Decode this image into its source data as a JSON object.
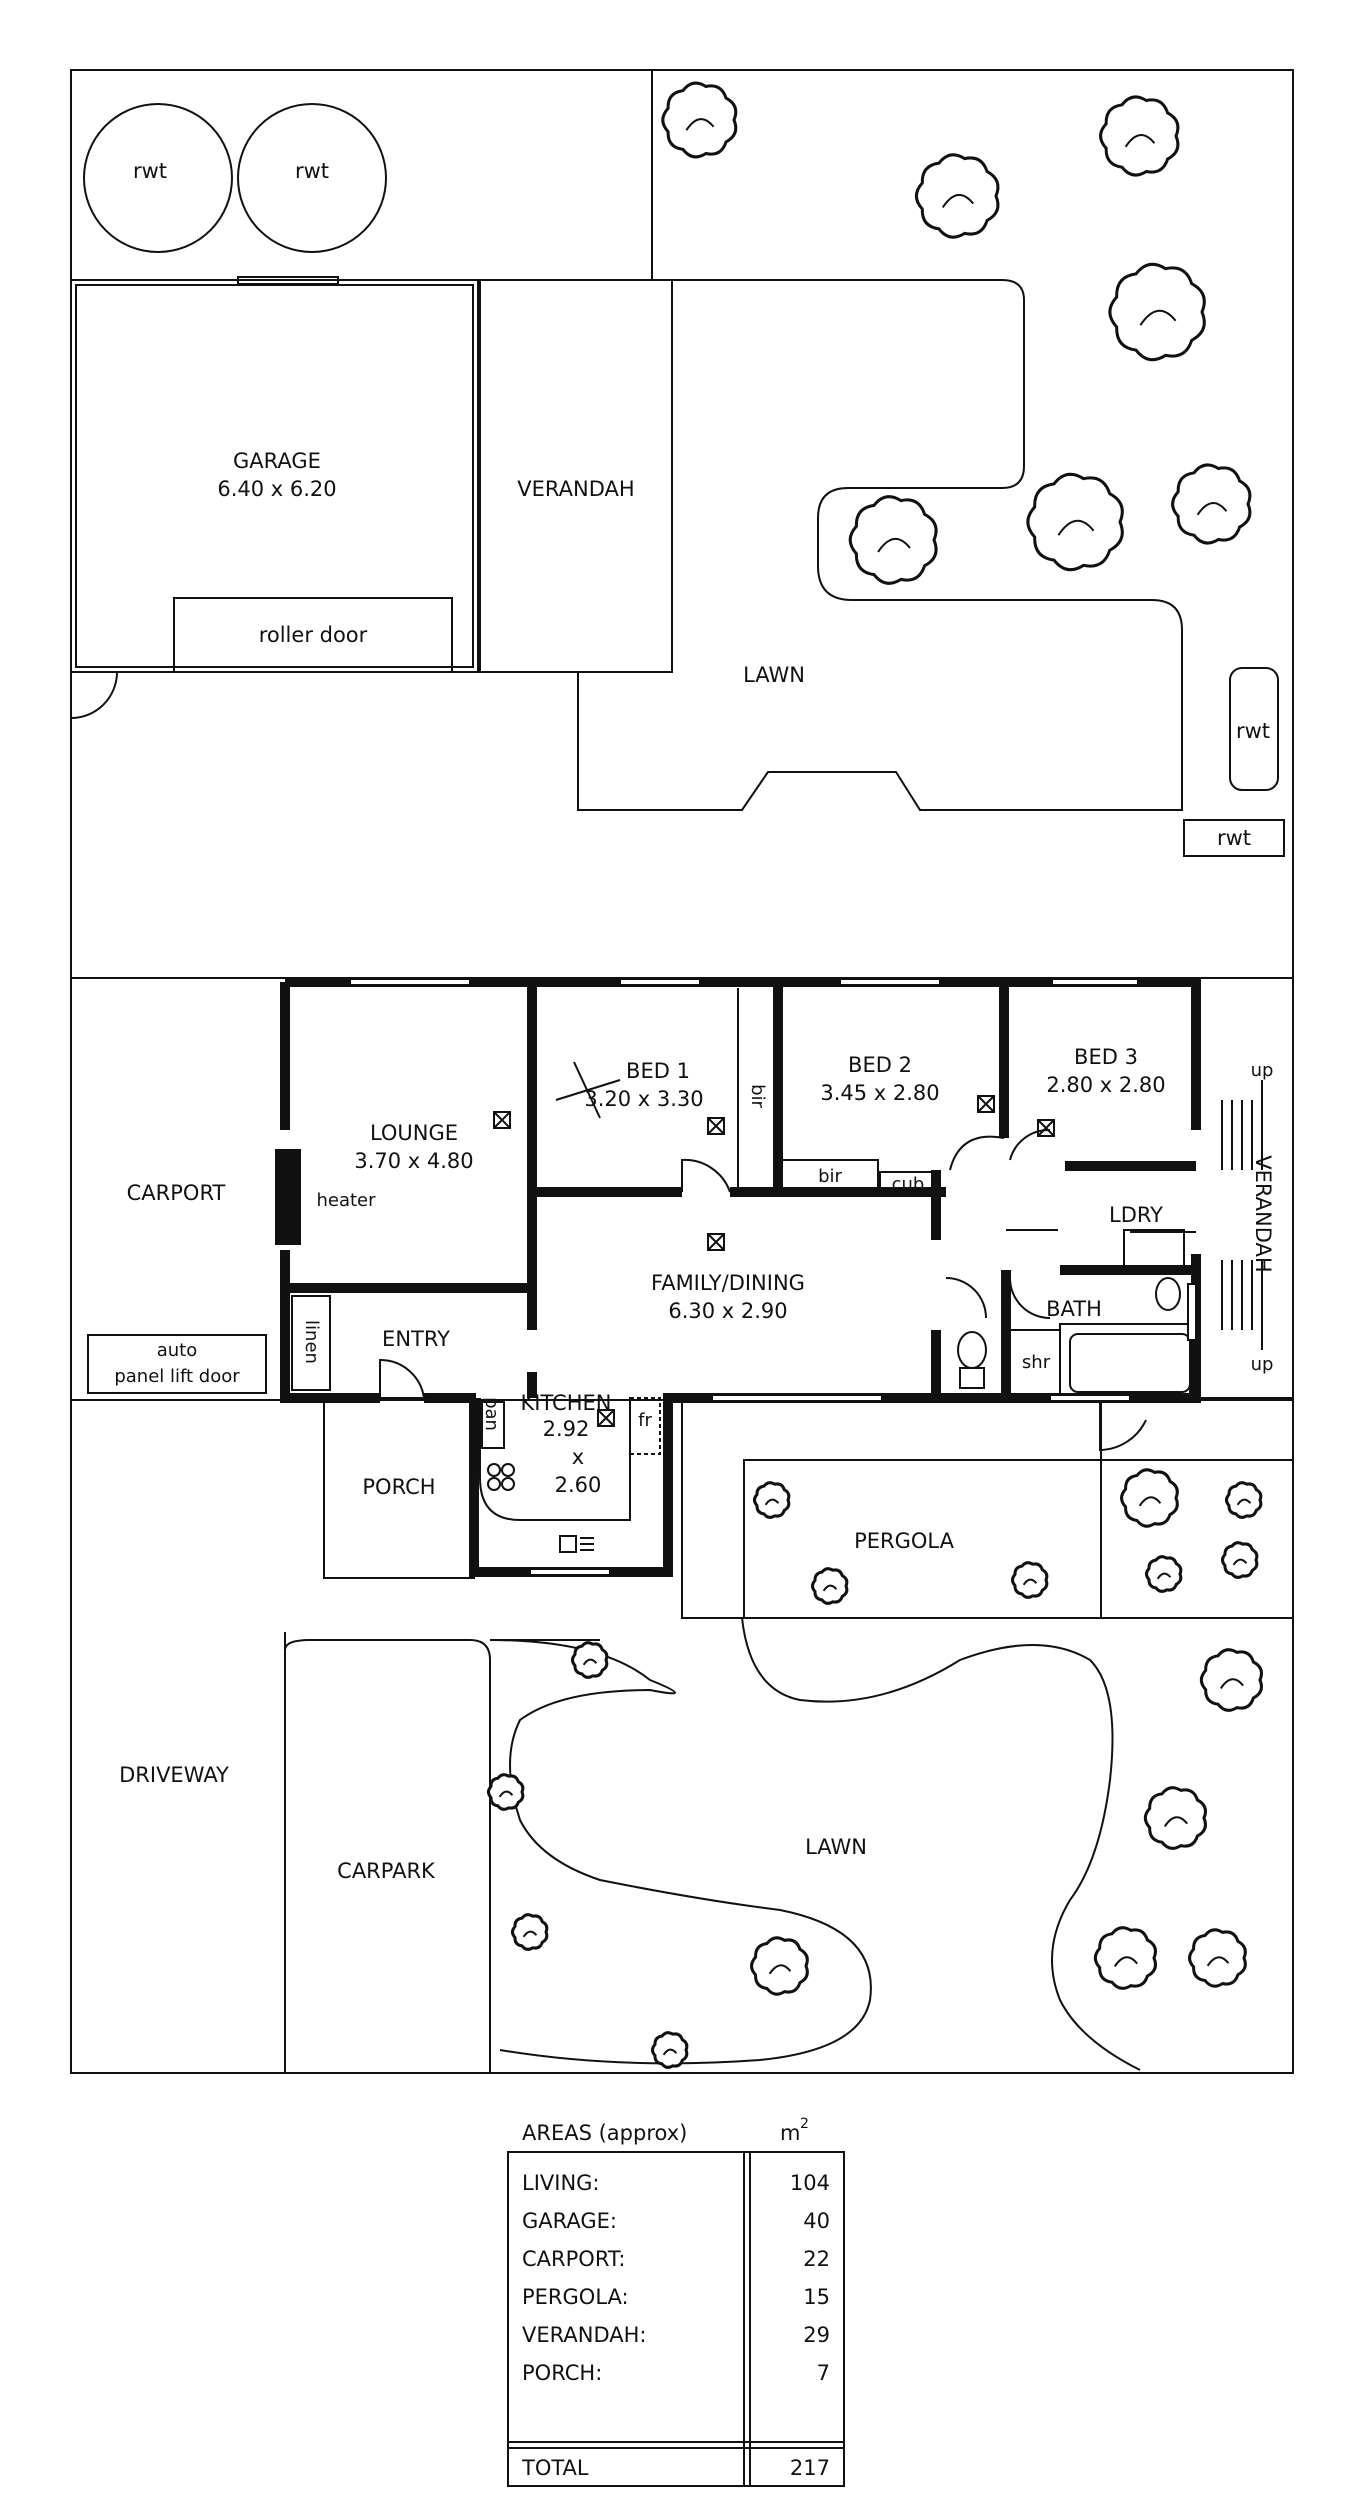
{
  "rooms": {
    "garage": {
      "name": "GARAGE",
      "dims": "6.40 x 6.20"
    },
    "roller_door": "roller door",
    "verandah_top": "VERANDAH",
    "lawn_top": "LAWN",
    "rwt": "rwt",
    "carport": "CARPORT",
    "auto_door": {
      "line1": "auto",
      "line2": "panel lift door"
    },
    "lounge": {
      "name": "LOUNGE",
      "dims": "3.70 x 4.80"
    },
    "heater": "heater",
    "linen": "linen",
    "entry": "ENTRY",
    "bed1": {
      "name": "BED 1",
      "dims": "3.20 x 3.30"
    },
    "bir": "bir",
    "bed2": {
      "name": "BED 2",
      "dims": "3.45 x 2.80"
    },
    "bed3": {
      "name": "BED 3",
      "dims": "2.80 x 2.80"
    },
    "cub": "cub",
    "ldry": "LDRY",
    "bath": "BATH",
    "shr": "shr",
    "family": {
      "name": "FAMILY/DINING",
      "dims": "6.30 x 2.90"
    },
    "kitchen": {
      "name": "KITCHEN",
      "w": "2.92",
      "x": "x",
      "h": "2.60"
    },
    "pan": "pan",
    "fr": "fr",
    "porch": "PORCH",
    "pergola": "PERGOLA",
    "verandah_side": "VERANDAH",
    "up": "up",
    "driveway": "DRIVEWAY",
    "carpark": "CARPARK",
    "lawn_bottom": "LAWN"
  },
  "areas": {
    "title": "AREAS (approx)",
    "unit": "m",
    "unit_sup": "2",
    "rows": [
      {
        "label": "LIVING:",
        "value": "104"
      },
      {
        "label": "GARAGE:",
        "value": "40"
      },
      {
        "label": "CARPORT:",
        "value": "22"
      },
      {
        "label": "PERGOLA:",
        "value": "15"
      },
      {
        "label": "VERANDAH:",
        "value": "29"
      },
      {
        "label": "PORCH:",
        "value": "7"
      }
    ],
    "total": {
      "label": "TOTAL",
      "value": "217"
    }
  },
  "colors": {
    "line": "#111111",
    "background": "#ffffff"
  }
}
